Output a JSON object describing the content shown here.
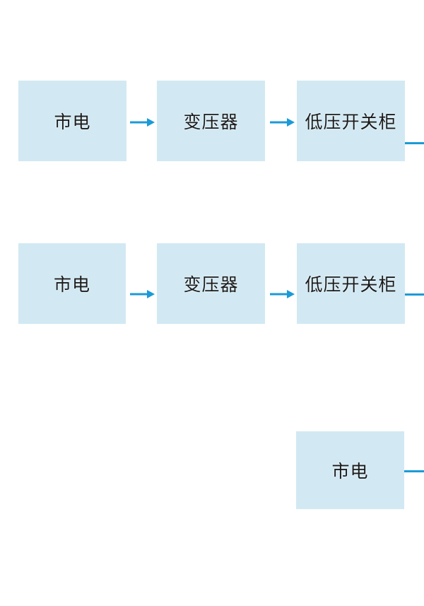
{
  "diagram": {
    "type": "flow-diagram",
    "background_color": "#ffffff",
    "node_fill_color": "#d2e9f3",
    "connector_color": "#1b9ad7",
    "text_color": "#1b1b1b"
  },
  "nodes": [
    {
      "id": "row1-mains",
      "label": "市电"
    },
    {
      "id": "row1-transformer",
      "label": "变压器"
    },
    {
      "id": "row1-lv-switchgear",
      "label": "低压开关柜"
    },
    {
      "id": "row2-mains",
      "label": "市电"
    },
    {
      "id": "row2-transformer",
      "label": "变压器"
    },
    {
      "id": "row2-lv-switchgear",
      "label": "低压开关柜"
    },
    {
      "id": "row3-mains",
      "label": "市电"
    }
  ],
  "connectors": [
    {
      "type": "arrow",
      "from": "row1-mains",
      "to": "row1-transformer"
    },
    {
      "type": "arrow",
      "from": "row1-transformer",
      "to": "row1-lv-switchgear"
    },
    {
      "type": "arrow",
      "from": "row2-mains",
      "to": "row2-transformer"
    },
    {
      "type": "arrow",
      "from": "row2-transformer",
      "to": "row2-lv-switchgear"
    },
    {
      "type": "line-offscreen",
      "from": "row1-lv-switchgear",
      "to": "right-edge"
    },
    {
      "type": "line-offscreen",
      "from": "row2-lv-switchgear",
      "to": "right-edge"
    },
    {
      "type": "line-offscreen",
      "from": "row3-mains",
      "to": "right-edge"
    }
  ]
}
